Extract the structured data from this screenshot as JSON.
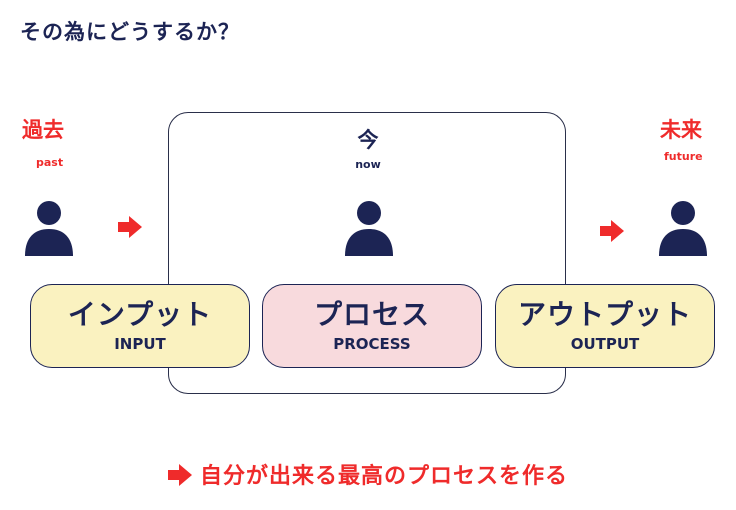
{
  "title": "その為にどうするか？",
  "past": {
    "label": "過去",
    "sub": "past"
  },
  "now": {
    "label": "今",
    "sub": "now"
  },
  "future": {
    "label": "未来",
    "sub": "future"
  },
  "boxes": {
    "input": {
      "label": "インプット",
      "sub": "INPUT"
    },
    "process": {
      "label": "プロセス",
      "sub": "PROCESS"
    },
    "output": {
      "label": "アウトプット",
      "sub": "OUTPUT"
    }
  },
  "bottom": {
    "text": "自分が出来る最高のプロセスを作る"
  },
  "colors": {
    "navy": "#1c2454",
    "red": "#ef2b2b",
    "yellow": "#faf2c0",
    "pink": "#f8dadd"
  },
  "icons": [
    "person-icon",
    "arrow-right-icon"
  ]
}
